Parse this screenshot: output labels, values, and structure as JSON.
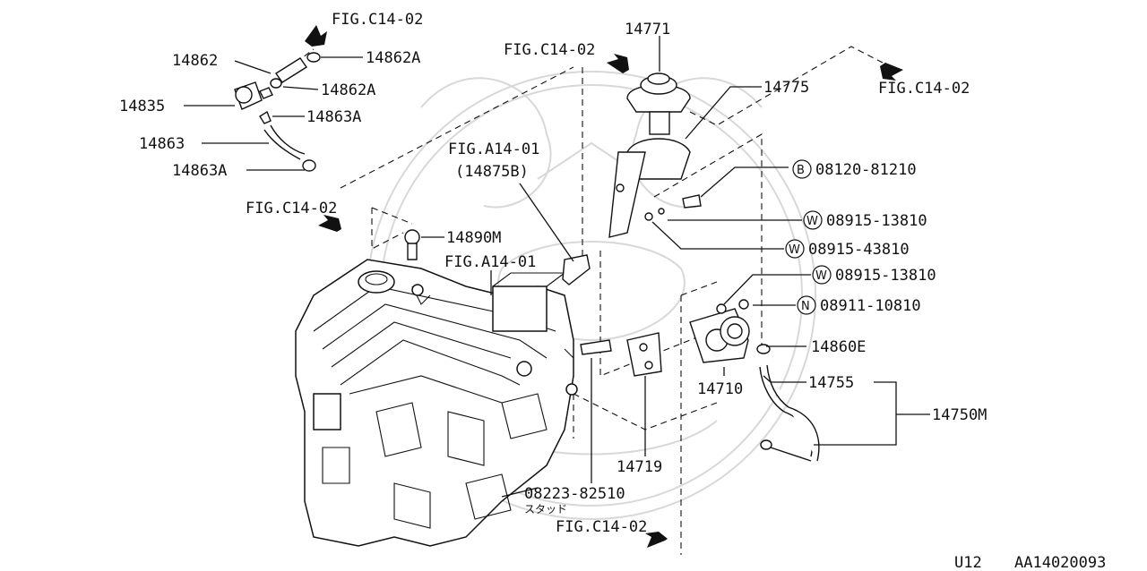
{
  "diagram": {
    "fig_refs": {
      "c_top_left": "FIG.C14-02",
      "c_top_mid": "FIG.C14-02",
      "c_top_right": "FIG.C14-02",
      "c_left": "FIG.C14-02",
      "c_bottom": "FIG.C14-02",
      "a_mid": "FIG.A14-01",
      "a_sub": "(14875B)",
      "a_engine": "FIG.A14-01"
    },
    "parts": {
      "p14862": "14862",
      "p14862A_1": "14862A",
      "p14862A_2": "14862A",
      "p14835": "14835",
      "p14863A_1": "14863A",
      "p14863": "14863",
      "p14863A_2": "14863A",
      "p14890M": "14890M",
      "p14771": "14771",
      "p14775": "14775",
      "p14710": "14710",
      "p14755": "14755",
      "p14750M": "14750M",
      "p14860E": "14860E",
      "p14719": "14719",
      "p08223": "08223-82510",
      "p08223_note": "スタッド"
    },
    "fasteners": [
      {
        "symbol": "B",
        "number": "08120-81210"
      },
      {
        "symbol": "W",
        "number": "08915-13810"
      },
      {
        "symbol": "W",
        "number": "08915-43810"
      },
      {
        "symbol": "W",
        "number": "08915-13810"
      },
      {
        "symbol": "N",
        "number": "08911-10810"
      }
    ],
    "footer": {
      "model": "U12",
      "code": "AA14020093"
    }
  }
}
